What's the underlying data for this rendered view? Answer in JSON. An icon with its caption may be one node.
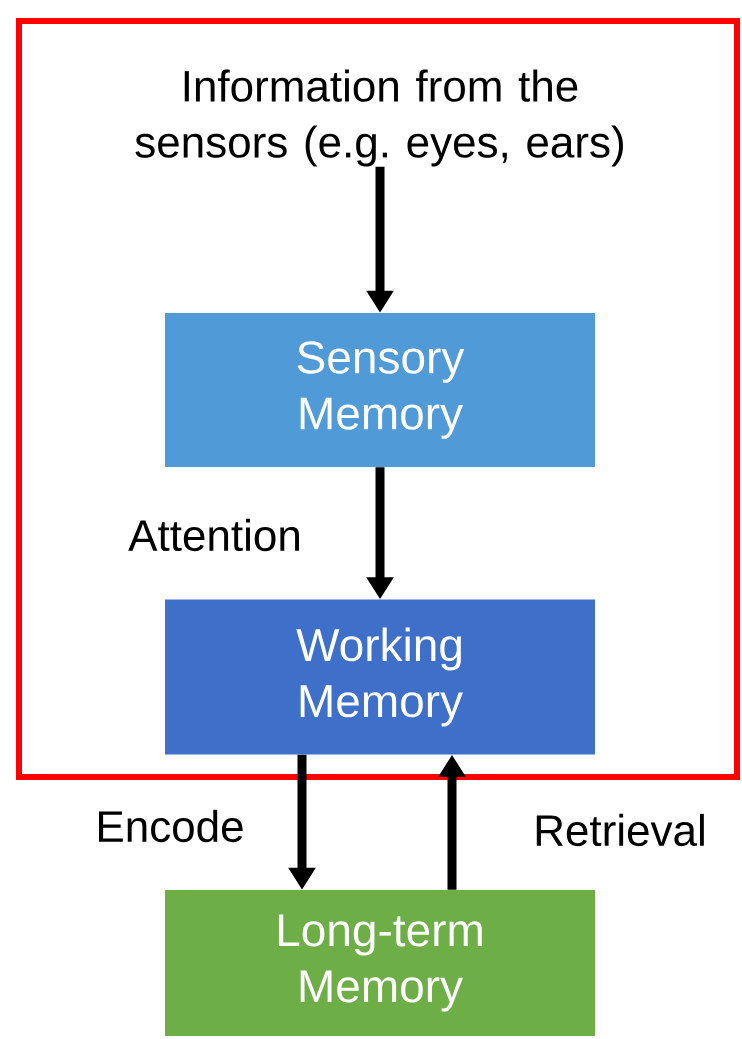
{
  "diagram": {
    "nodes": [
      {
        "text": [],
        "shape": "box"
      },
      {
        "text": [
          "Information from the sensors (e.g. eyes, ears)"
        ],
        "in": 0
      },
      {
        "text": [
          "Sensory Memory"
        ],
        "in": 0
      },
      {
        "text": [
          "Working Memory"
        ],
        "in": 0
      },
      {
        "text": [
          "Long-term Memory"
        ]
      }
    ],
    "edges": [
      {
        "from": 1,
        "to": 2,
        "arrow": "to"
      },
      {
        "from": 2,
        "to": 3,
        "arrow": "to",
        "label": "Attention"
      },
      {
        "from": 3,
        "to": 4,
        "arrow": "to",
        "label": "Encode"
      },
      {
        "from": 4,
        "to": 3,
        "arrow": "to",
        "label": "Retrieval"
      }
    ]
  }
}
